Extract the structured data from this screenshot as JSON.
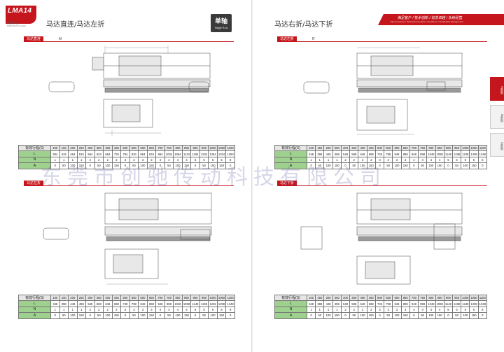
{
  "brand": {
    "name": "LMA14",
    "sub": "精密导轨",
    "sub2": "PRECISION GUIDE"
  },
  "left_page": {
    "title": "马达直连/马达左折"
  },
  "right_page": {
    "title": "马达右折/马达下折"
  },
  "axis_badge": {
    "cn": "单轴",
    "en": "Single Axis"
  },
  "slogan": {
    "cn": "满足客户 / 技术创新 / 追求卓越 / 永续经营",
    "en": "Meet Customer / Technical Innovation / Excellence / Sustainable Management"
  },
  "side_tabs": [
    "A系列",
    "B系列",
    "C系列"
  ],
  "sections": [
    {
      "label": "马达直连",
      "code": "M"
    },
    {
      "label": "马达右折",
      "code": "R"
    },
    {
      "label": "马达左折",
      "code": ""
    },
    {
      "label": "马达下折",
      "code": ""
    }
  ],
  "watermark": "东莞市创驰传动科技有限公司",
  "tables": {
    "stroke_label": "有效行程(S)",
    "row_labels": [
      "L",
      "N",
      "A"
    ],
    "t1": {
      "strokes": [
        "100",
        "150",
        "200",
        "250",
        "300",
        "350",
        "400",
        "450",
        "500",
        "550",
        "600",
        "650",
        "700",
        "750",
        "800",
        "850",
        "900",
        "950",
        "1000",
        "1050",
        "1100"
      ],
      "L": [
        "384",
        "434",
        "484",
        "534",
        "584",
        "634",
        "684",
        "734",
        "784",
        "834",
        "884",
        "934",
        "984",
        "1034",
        "1084",
        "1134",
        "1184",
        "1234",
        "1284",
        "1334",
        "1384"
      ],
      "N": [
        "1",
        "1",
        "1",
        "1",
        "2",
        "2",
        "2",
        "2",
        "3",
        "3",
        "3",
        "3",
        "4",
        "4",
        "4",
        "4",
        "5",
        "5",
        "5",
        "5",
        "6"
      ],
      "A": [
        "0",
        "50",
        "100",
        "150",
        "0",
        "50",
        "100",
        "150",
        "0",
        "50",
        "100",
        "150",
        "0",
        "50",
        "100",
        "150",
        "0",
        "50",
        "100",
        "150",
        "0"
      ]
    },
    "t2": {
      "strokes": [
        "100",
        "150",
        "200",
        "250",
        "300",
        "350",
        "400",
        "450",
        "500",
        "550",
        "600",
        "650",
        "700",
        "750",
        "800",
        "850",
        "900",
        "950",
        "1000",
        "1050",
        "1100"
      ],
      "L": [
        "348",
        "398",
        "448",
        "498",
        "548",
        "598",
        "648",
        "698",
        "748",
        "798",
        "848",
        "898",
        "948",
        "998",
        "1048",
        "1098",
        "1148",
        "1198",
        "1248",
        "1298",
        "1348"
      ],
      "N": [
        "1",
        "1",
        "1",
        "1",
        "2",
        "2",
        "2",
        "2",
        "3",
        "3",
        "3",
        "3",
        "4",
        "4",
        "4",
        "4",
        "5",
        "5",
        "5",
        "5",
        "6"
      ],
      "A": [
        "0",
        "50",
        "100",
        "150",
        "0",
        "50",
        "100",
        "150",
        "0",
        "50",
        "100",
        "150",
        "0",
        "50",
        "100",
        "150",
        "0",
        "50",
        "100",
        "150",
        "0"
      ]
    },
    "t3": {
      "strokes": [
        "100",
        "150",
        "200",
        "250",
        "300",
        "350",
        "400",
        "450",
        "500",
        "550",
        "600",
        "650",
        "700",
        "750",
        "800",
        "850",
        "900",
        "950",
        "1000",
        "1050",
        "1100"
      ],
      "L": [
        "348",
        "398",
        "448",
        "498",
        "548",
        "598",
        "648",
        "698",
        "748",
        "798",
        "848",
        "898",
        "948",
        "998",
        "1048",
        "1098",
        "1148",
        "1198",
        "1248",
        "1298",
        "1348"
      ],
      "N": [
        "1",
        "1",
        "1",
        "1",
        "2",
        "2",
        "2",
        "2",
        "3",
        "3",
        "3",
        "3",
        "4",
        "4",
        "4",
        "4",
        "5",
        "5",
        "5",
        "5",
        "6"
      ],
      "A": [
        "0",
        "50",
        "100",
        "150",
        "0",
        "50",
        "100",
        "150",
        "0",
        "50",
        "100",
        "150",
        "0",
        "50",
        "100",
        "150",
        "0",
        "50",
        "100",
        "150",
        "0"
      ]
    },
    "t4": {
      "strokes": [
        "100",
        "150",
        "200",
        "250",
        "300",
        "350",
        "400",
        "450",
        "500",
        "550",
        "600",
        "650",
        "700",
        "750",
        "800",
        "850",
        "900",
        "950",
        "1000",
        "1050",
        "1100"
      ],
      "L": [
        "348",
        "398",
        "448",
        "498",
        "548",
        "598",
        "648",
        "698",
        "748",
        "798",
        "848",
        "898",
        "948",
        "998",
        "1048",
        "1098",
        "1148",
        "1198",
        "1248",
        "1298",
        "1348"
      ],
      "N": [
        "1",
        "1",
        "1",
        "1",
        "2",
        "2",
        "2",
        "2",
        "3",
        "3",
        "3",
        "3",
        "4",
        "4",
        "4",
        "4",
        "5",
        "5",
        "5",
        "5",
        "6"
      ],
      "A": [
        "0",
        "50",
        "100",
        "150",
        "0",
        "50",
        "100",
        "150",
        "0",
        "50",
        "100",
        "150",
        "0",
        "50",
        "100",
        "150",
        "0",
        "50",
        "100",
        "150",
        "0"
      ]
    }
  }
}
